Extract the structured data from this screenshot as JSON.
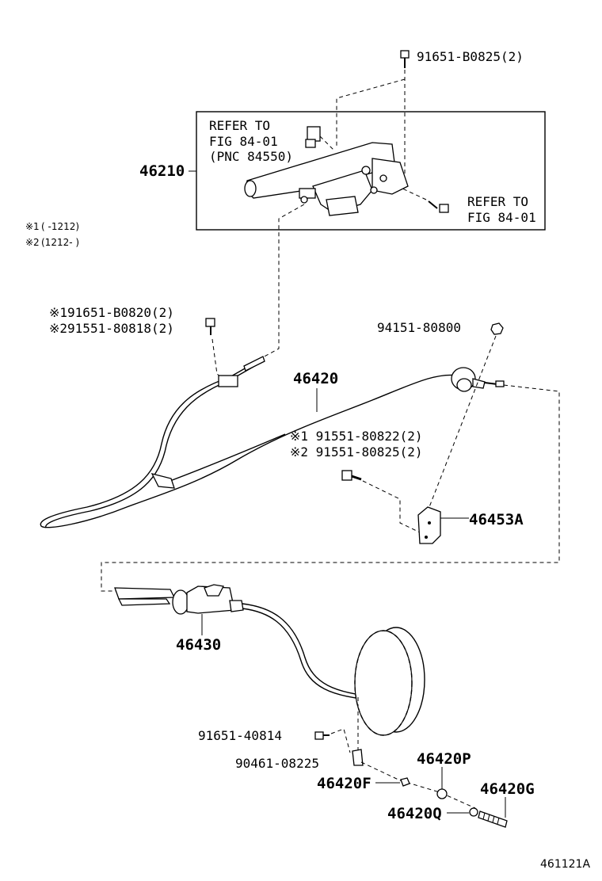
{
  "diagram": {
    "id": "461121A",
    "legend": [
      {
        "mark": "※1",
        "range": "(      -1212)"
      },
      {
        "mark": "※2",
        "range": "(1212-      )"
      }
    ],
    "labels": {
      "bolt_top": "91651-B0825(2)",
      "refer1_l1": "REFER TO",
      "refer1_l2": "FIG 84-01",
      "refer1_l3": "(PNC 84550)",
      "refer2_l1": "REFER TO",
      "refer2_l2": "FIG 84-01",
      "lever": "46210",
      "bolt_left_1": "※191651-B0820(2)",
      "bolt_left_2": "※291551-80818(2)",
      "nut_right": "94151-80800",
      "cable_main": "46420",
      "bolt_mid_1": "※1 91551-80822(2)",
      "bolt_mid_2": "※2 91551-80825(2)",
      "bracket": "46453A",
      "cable_rear": "46430",
      "bolt_bottom": "91651-40814",
      "clip": "90461-08225",
      "part_f": "46420F",
      "part_p": "46420P",
      "part_g": "46420G",
      "part_q": "46420Q"
    }
  }
}
